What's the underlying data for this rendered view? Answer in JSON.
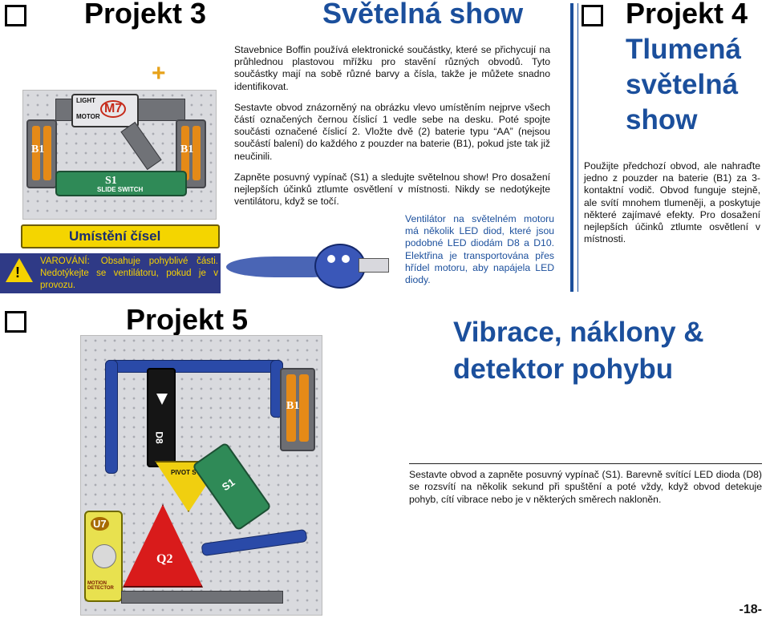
{
  "project3": {
    "title": "Projekt 3",
    "subtitle": "Světelná show",
    "placement_label": "Umístění čísel",
    "warning_label": "VAROVÁNÍ:",
    "warning_text": "Obsahuje pohyblivé části. Nedotýkejte se ventilátoru, pokud je v provozu.",
    "paragraph1": "Stavebnice Boffin používá elektronické součástky, které se přichycují na průhlednou plastovou mřížku pro stavění různých obvodů. Tyto součástky mají na sobě různé barvy a čísla, takže je můžete snadno identifikovat.",
    "paragraph2": "Sestavte obvod znázorněný na obrázku vlevo umístěním nejprve všech částí označených černou číslicí 1 vedle sebe na desku. Poté spojte součásti označené číslicí 2. Vložte dvě (2) baterie typu “AA” (nejsou součástí balení) do každého z pouzder na baterie (B1), pokud jste tak již neučinili.",
    "paragraph3": "Zapněte posuvný vypínač (S1) a sledujte světelnou show! Pro dosažení nejlepších účinků ztlumte osvětlení v místnosti. Nikdy se nedotýkejte ventilátoru, když se točí.",
    "fan_note": "Ventilátor na světelném motoru má několik LED diod, které jsou podobné LED diodám D8 a D10. Elektřina je transportována přes hřídel motoru, aby napájela LED diody."
  },
  "project4": {
    "title": "Projekt 4",
    "subtitle": "Tlumená světelná show",
    "paragraph": "Použijte předchozí obvod, ale nahraďte jedno z pouzder na baterie (B1) za 3-kontaktní vodič. Obvod funguje stejně, ale svítí mnohem tlumeněji, a poskytuje některé zajímavé efekty. Pro dosažení nejlepších účinků ztlumte osvětlení v místnosti."
  },
  "project5": {
    "title": "Projekt 5",
    "subtitle": "Vibrace, náklony & detektor pohybu",
    "paragraph": "Sestavte obvod a zapněte posuvný vypínač (S1). Barevně svítící LED dioda (D8) se rozsvítí na několik sekund při spuštění a poté vždy, když obvod detekuje pohyb, cítí vibrace nebo je v některých směrech nakloněn."
  },
  "board1": {
    "motor_label": "M7",
    "light_label": "LIGHT",
    "motor_text": "MOTOR",
    "battery_left": "B1",
    "battery_right": "B1",
    "switch_label": "S1",
    "switch_text": "SLIDE SWITCH",
    "plus_sign": "+"
  },
  "board2": {
    "battery": "B1",
    "motion_label": "U7",
    "transistor": "Q2",
    "led": "D8",
    "switch": "S1",
    "pivot": "PIVOT STAND",
    "motion_text": "MOTION DETECTOR"
  },
  "page_number": "-18-",
  "colors": {
    "accent_blue": "#1b4f9c",
    "warning_yellow": "#f6d200",
    "placement_bg": "#f4d500"
  }
}
